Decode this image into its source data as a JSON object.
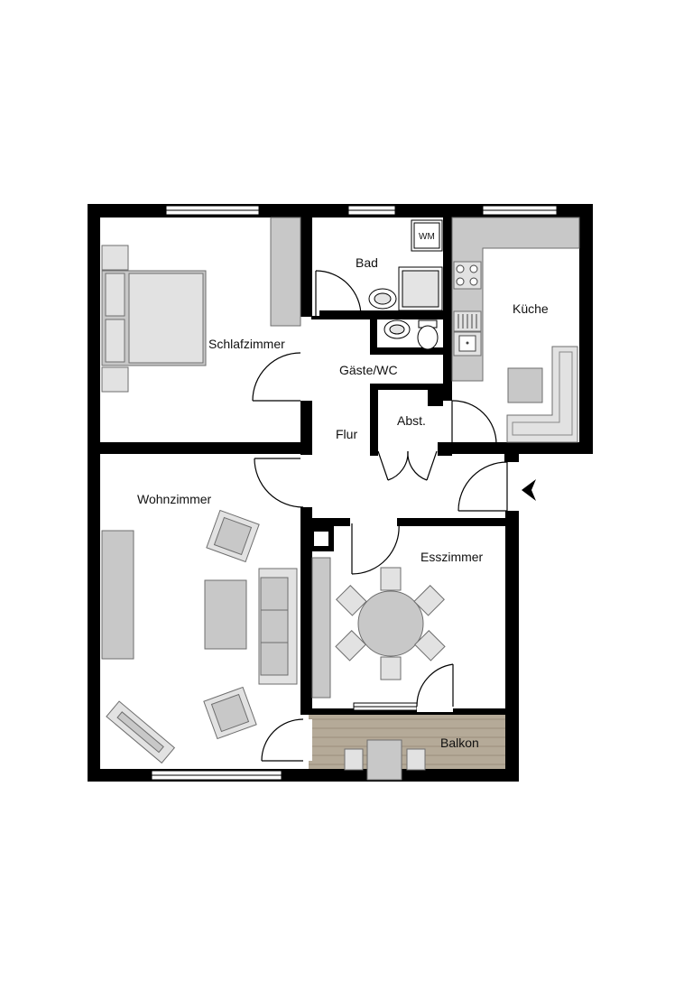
{
  "plan": {
    "rooms": {
      "schlafzimmer": "Schlafzimmer",
      "bad": "Bad",
      "kueche": "Küche",
      "gaeste_wc": "Gäste/WC",
      "flur": "Flur",
      "abst": "Abst.",
      "wohnzimmer": "Wohnzimmer",
      "esszimmer": "Esszimmer",
      "balkon": "Balkon"
    },
    "appliances": {
      "washing_machine": "WM"
    },
    "colors": {
      "wall": "#000000",
      "furniture": "#c8c8c8",
      "balcony_deck": "#b5aa98"
    },
    "icons": {
      "entrance": "entrance-arrow-icon"
    }
  }
}
